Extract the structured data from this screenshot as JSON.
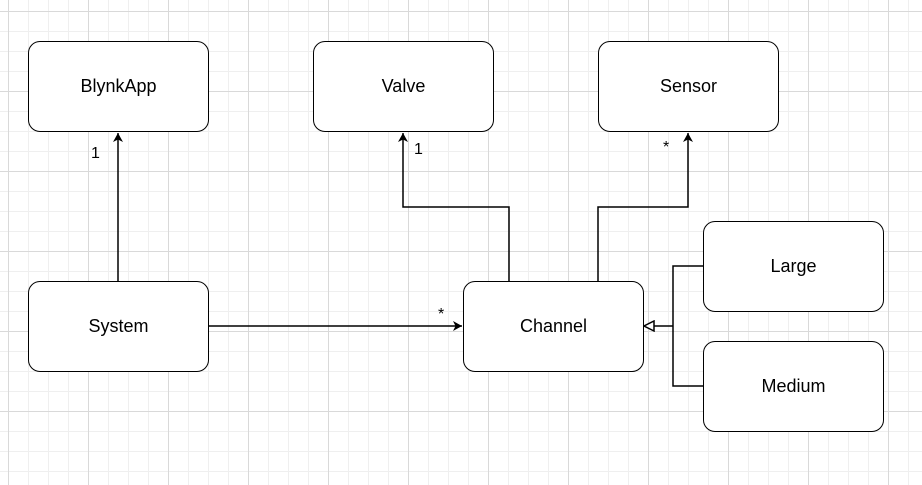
{
  "diagram": {
    "nodes": {
      "blynkapp": "BlynkApp",
      "valve": "Valve",
      "sensor": "Sensor",
      "system": "System",
      "channel": "Channel",
      "large": "Large",
      "medium": "Medium"
    },
    "multiplicities": {
      "system_to_blynkapp": "1",
      "channel_to_valve": "1",
      "channel_to_sensor": "*",
      "system_to_channel": "*"
    }
  }
}
